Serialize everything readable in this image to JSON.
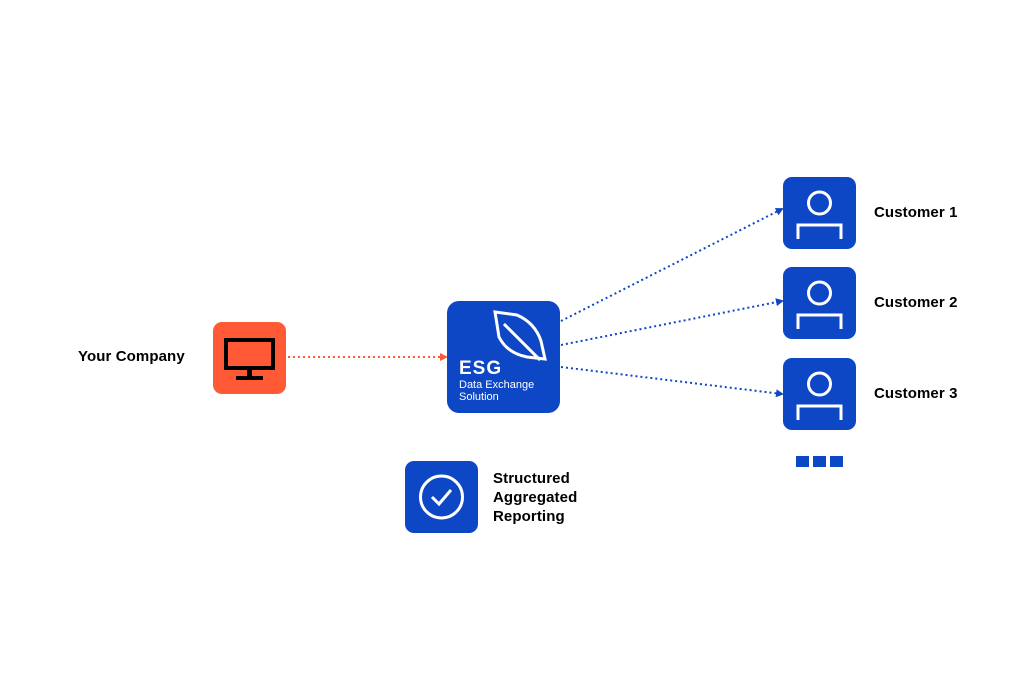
{
  "company": {
    "label": "Your Company",
    "icon": "monitor-icon",
    "color": "#ff5a35"
  },
  "esg": {
    "title": "ESG",
    "subtitle_line1": "Data Exchange",
    "subtitle_line2": "Solution",
    "icon": "leaf-icon",
    "color": "#0d47c6"
  },
  "customers": [
    {
      "label": "Customer 1",
      "icon": "user-icon"
    },
    {
      "label": "Customer 2",
      "icon": "user-icon"
    },
    {
      "label": "Customer 3",
      "icon": "user-icon"
    }
  ],
  "more_icon": "ellipsis-icon",
  "reporting": {
    "line1": "Structured",
    "line2": "Aggregated",
    "line3": "Reporting",
    "icon": "check-circle-icon"
  },
  "colors": {
    "blue": "#0d47c6",
    "orange": "#ff5a35",
    "text": "#000000"
  }
}
